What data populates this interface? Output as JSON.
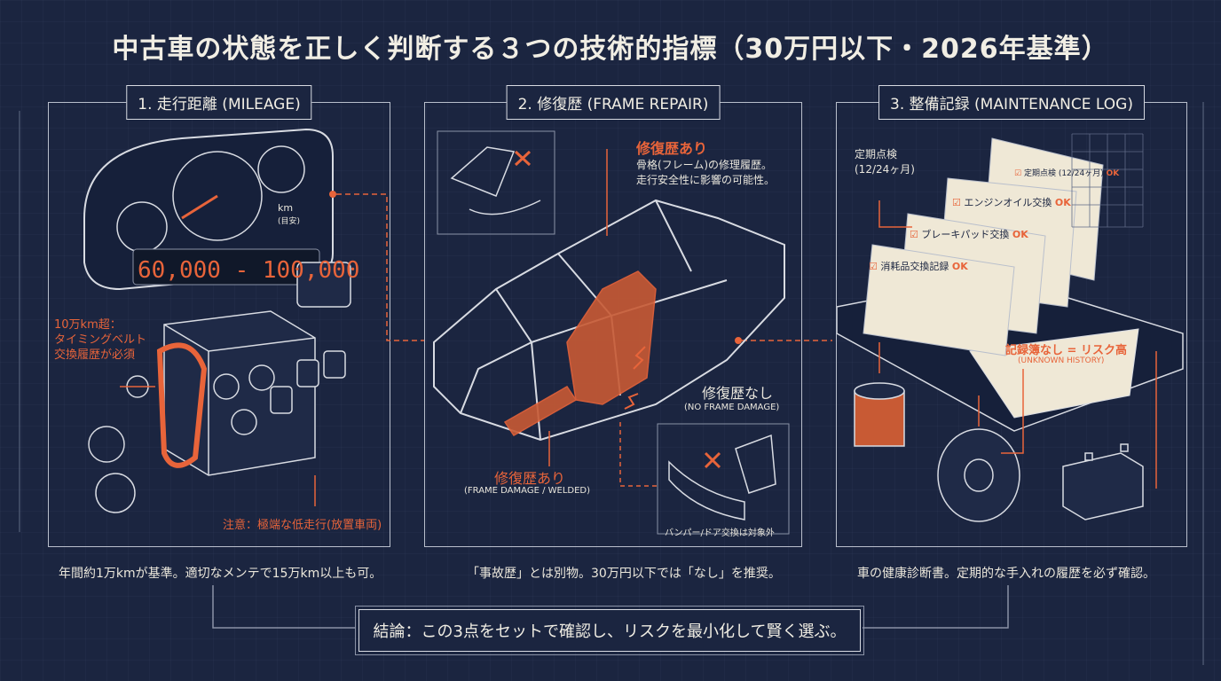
{
  "title": "中古車の状態を正しく判断する３つの技術的指標（30万円以下・2026年基準）",
  "colors": {
    "background": "#1b2540",
    "accent": "#e8643a",
    "line": "#d8dbe2"
  },
  "panels": [
    {
      "header": "1. 走行距離 (MILEAGE)",
      "odometer": "60,000 - 100,000",
      "odometer_unit": "km",
      "odometer_unit_sub": "(目安)",
      "note_timing": [
        "10万km超：",
        "タイミングベルト",
        "交換履歴が必須"
      ],
      "note_warning": "注意：極端な低走行(放置車両)",
      "caption": "年間約1万kmが基準。適切なメンテで15万km以上も可。"
    },
    {
      "header": "2. 修復歴 (FRAME REPAIR)",
      "repair_title": "修復歴あり",
      "repair_desc": [
        "骨格(フレーム)の修理履歴。",
        "走行安全性に影響の可能性。"
      ],
      "no_repair_title": "修復歴なし",
      "no_repair_sub": "(NO FRAME DAMAGE)",
      "repair_bottom_title": "修復歴あり",
      "repair_bottom_sub": "(FRAME DAMAGE / WELDED)",
      "excluded_note": "バンパー/ドア交換は対象外",
      "caption": "「事故歴」とは別物。30万円以下では「なし」を推奨。"
    },
    {
      "header": "3. 整備記録 (MAINTENANCE LOG)",
      "inspection": [
        "定期点検",
        "(12/24ヶ月)"
      ],
      "checklist": [
        {
          "label": "定期点検 (12/24ヶ月)",
          "status": "OK"
        },
        {
          "label": "エンジンオイル交換",
          "status": "OK"
        },
        {
          "label": "ブレーキパッド交換",
          "status": "OK"
        },
        {
          "label": "消耗品交換記録",
          "status": "OK"
        }
      ],
      "risk_title": "記録簿なし = リスク高",
      "risk_sub": "(UNKNOWN HISTORY)",
      "caption": "車の健康診断書。定期的な手入れの履歴を必ず確認。"
    }
  ],
  "conclusion": "結論：この3点をセットで確認し、リスクを最小化して賢く選ぶ。"
}
